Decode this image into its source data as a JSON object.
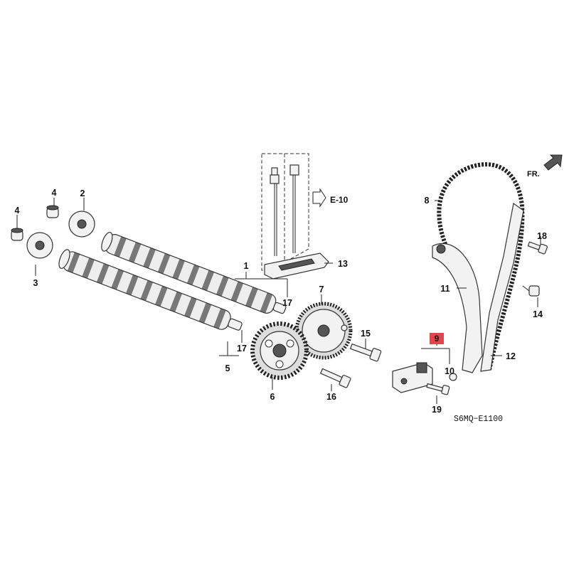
{
  "diagram_code": "S6MQ−E1100",
  "front_label": "FR.",
  "ref_label": "E-10",
  "parts": {
    "p1": "1",
    "p2": "2",
    "p3": "3",
    "p4a": "4",
    "p4b": "4",
    "p5": "5",
    "p6": "6",
    "p7": "7",
    "p8": "8",
    "p9": "9",
    "p10": "10",
    "p11": "11",
    "p12": "12",
    "p13": "13",
    "p14": "14",
    "p15": "15",
    "p16": "16",
    "p17a": "17",
    "p17b": "17",
    "p18": "18",
    "p19": "19"
  },
  "colors": {
    "highlight": "#e0474c",
    "line": "#222222"
  }
}
